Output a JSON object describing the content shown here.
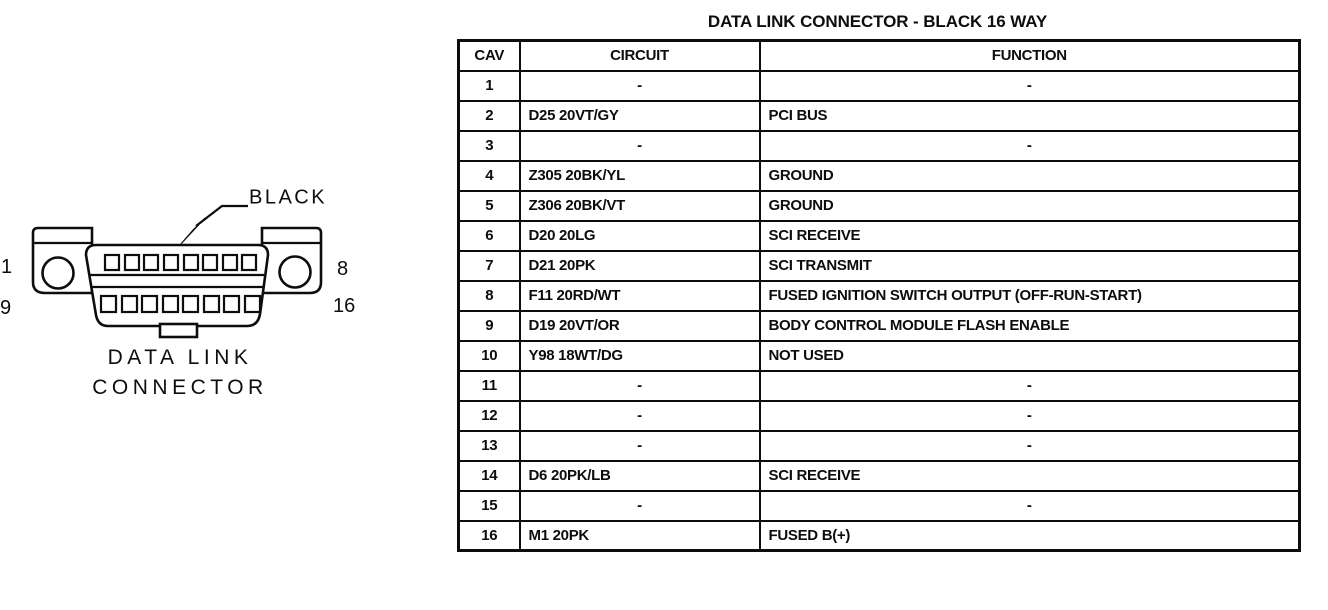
{
  "page_title": "DATA LINK CONNECTOR - BLACK 16 WAY",
  "colors": {
    "ink": "#0d0d0d",
    "paper": "#ffffff"
  },
  "diagram": {
    "color_callout": "BLACK",
    "caption": [
      "DATA LINK",
      "CONNECTOR"
    ],
    "pin_numbers": {
      "row1_left": "1",
      "row1_right": "8",
      "row2_left": "9",
      "row2_right": "16"
    },
    "pins_per_row": [
      8,
      8
    ]
  },
  "table": {
    "headers": [
      "CAV",
      "CIRCUIT",
      "FUNCTION"
    ],
    "rows": [
      {
        "cav": "1",
        "circuit": "-",
        "function": "-"
      },
      {
        "cav": "2",
        "circuit": "D25 20VT/GY",
        "function": "PCI BUS"
      },
      {
        "cav": "3",
        "circuit": "-",
        "function": "-"
      },
      {
        "cav": "4",
        "circuit": "Z305 20BK/YL",
        "function": "GROUND"
      },
      {
        "cav": "5",
        "circuit": "Z306 20BK/VT",
        "function": "GROUND"
      },
      {
        "cav": "6",
        "circuit": "D20 20LG",
        "function": "SCI RECEIVE"
      },
      {
        "cav": "7",
        "circuit": "D21 20PK",
        "function": "SCI TRANSMIT"
      },
      {
        "cav": "8",
        "circuit": "F11 20RD/WT",
        "function": "FUSED IGNITION SWITCH OUTPUT (OFF-RUN-START)"
      },
      {
        "cav": "9",
        "circuit": "D19 20VT/OR",
        "function": "BODY CONTROL MODULE FLASH ENABLE"
      },
      {
        "cav": "10",
        "circuit": "Y98 18WT/DG",
        "function": "NOT USED"
      },
      {
        "cav": "11",
        "circuit": "-",
        "function": "-"
      },
      {
        "cav": "12",
        "circuit": "-",
        "function": "-"
      },
      {
        "cav": "13",
        "circuit": "-",
        "function": "-"
      },
      {
        "cav": "14",
        "circuit": "D6 20PK/LB",
        "function": "SCI RECEIVE"
      },
      {
        "cav": "15",
        "circuit": "-",
        "function": "-"
      },
      {
        "cav": "16",
        "circuit": "M1 20PK",
        "function": "FUSED B(+)"
      }
    ]
  }
}
